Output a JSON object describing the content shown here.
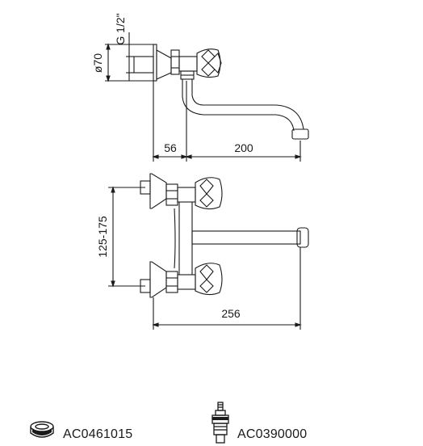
{
  "top_view": {
    "diameter_label": "ø70",
    "thread_label": "G 1/2\"",
    "dim_left": "56",
    "dim_right": "200"
  },
  "front_view": {
    "height_label": "125-175",
    "width_label": "256"
  },
  "parts": [
    {
      "code": "AC0461015",
      "icon": "aerator-icon"
    },
    {
      "code": "AC0390000",
      "icon": "valve-cartridge-icon"
    }
  ],
  "colors": {
    "line": "#1a1a1a",
    "background": "#ffffff"
  }
}
